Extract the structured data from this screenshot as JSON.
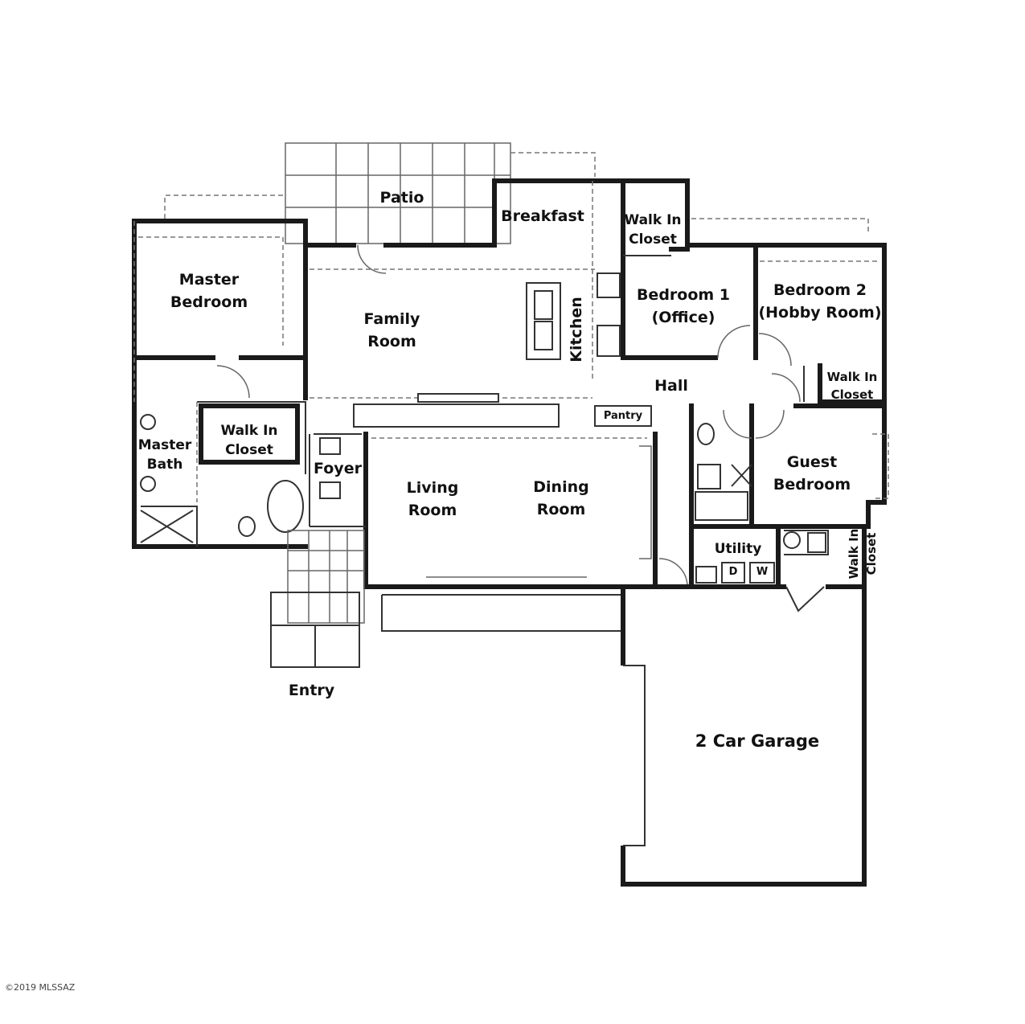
{
  "rooms": {
    "patio": "Patio",
    "breakfast": "Breakfast",
    "walk_in_closet_top_1": "Walk In",
    "walk_in_closet_top_2": "Closet",
    "master_bedroom_1": "Master",
    "master_bedroom_2": "Bedroom",
    "family_room_1": "Family",
    "family_room_2": "Room",
    "kitchen": "Kitchen",
    "bedroom1_1": "Bedroom 1",
    "bedroom1_2": "(Office)",
    "bedroom2_1": "Bedroom 2",
    "bedroom2_2": "(Hobby Room)",
    "hall": "Hall",
    "walk_in_closet_right_1": "Walk In",
    "walk_in_closet_right_2": "Closet",
    "pantry": "Pantry",
    "walk_in_closet_master_1": "Walk In",
    "walk_in_closet_master_2": "Closet",
    "master_bath_1": "Master",
    "master_bath_2": "Bath",
    "foyer": "Foyer",
    "living_room_1": "Living",
    "living_room_2": "Room",
    "dining_room_1": "Dining",
    "dining_room_2": "Room",
    "guest_bedroom_1": "Guest",
    "guest_bedroom_2": "Bedroom",
    "utility": "Utility",
    "dryer": "D",
    "washer": "W",
    "walk_in_closet_garage_1": "Walk In",
    "walk_in_closet_garage_2": "Closet",
    "entry": "Entry",
    "garage": "2 Car Garage"
  },
  "copyright": "©2019 MLSSAZ"
}
